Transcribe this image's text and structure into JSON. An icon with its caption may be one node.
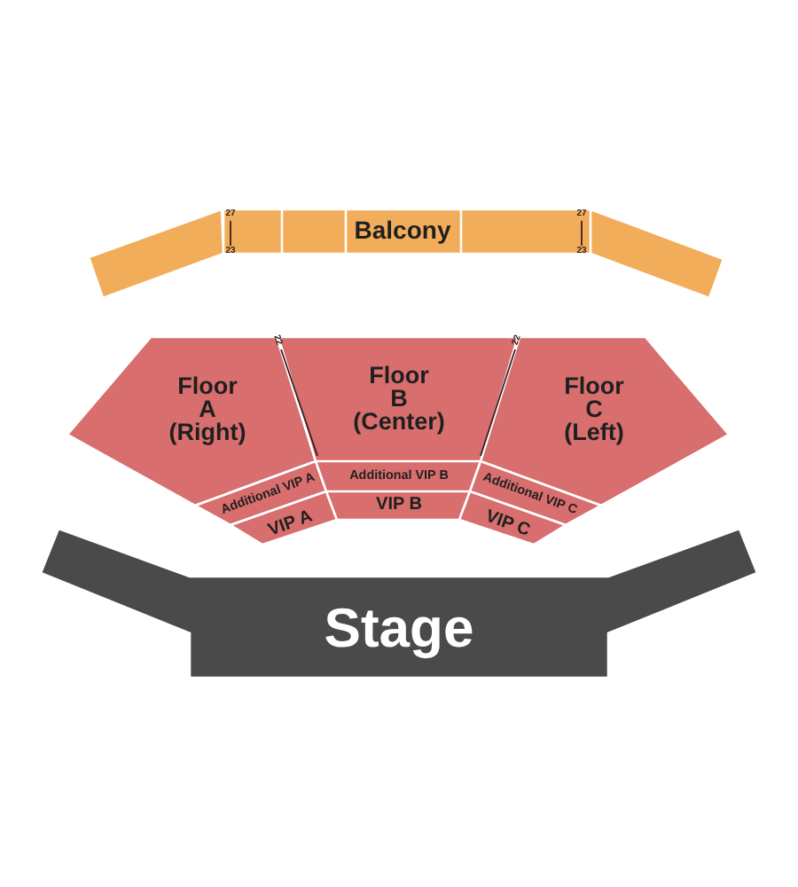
{
  "diagram": {
    "nodes": [
      {
        "text": [],
        "shape": "box"
      },
      {
        "text": [],
        "shape": "box"
      },
      {
        "text": [],
        "shape": "box"
      },
      {
        "text": [
          "Balcony"
        ]
      },
      {
        "text": [],
        "shape": "box"
      },
      {
        "text": [],
        "shape": "box"
      },
      {
        "text": [
          "Floor A (Right)"
        ]
      },
      {
        "text": [
          "Floor B (Center)"
        ]
      },
      {
        "text": [
          "Floor C (Left)"
        ]
      },
      {
        "text": [
          "Additional VIP A"
        ]
      },
      {
        "text": [
          "Additional VIP B"
        ]
      },
      {
        "text": [
          "Additional VIP C"
        ]
      },
      {
        "text": [
          "VIP A"
        ]
      },
      {
        "text": [
          "VIP B"
        ]
      },
      {
        "text": [
          "VIP C"
        ]
      },
      {
        "text": [
          "Stage"
        ]
      }
    ],
    "labels": [
      "27",
      "23",
      "27",
      "23",
      "22",
      "22"
    ]
  }
}
